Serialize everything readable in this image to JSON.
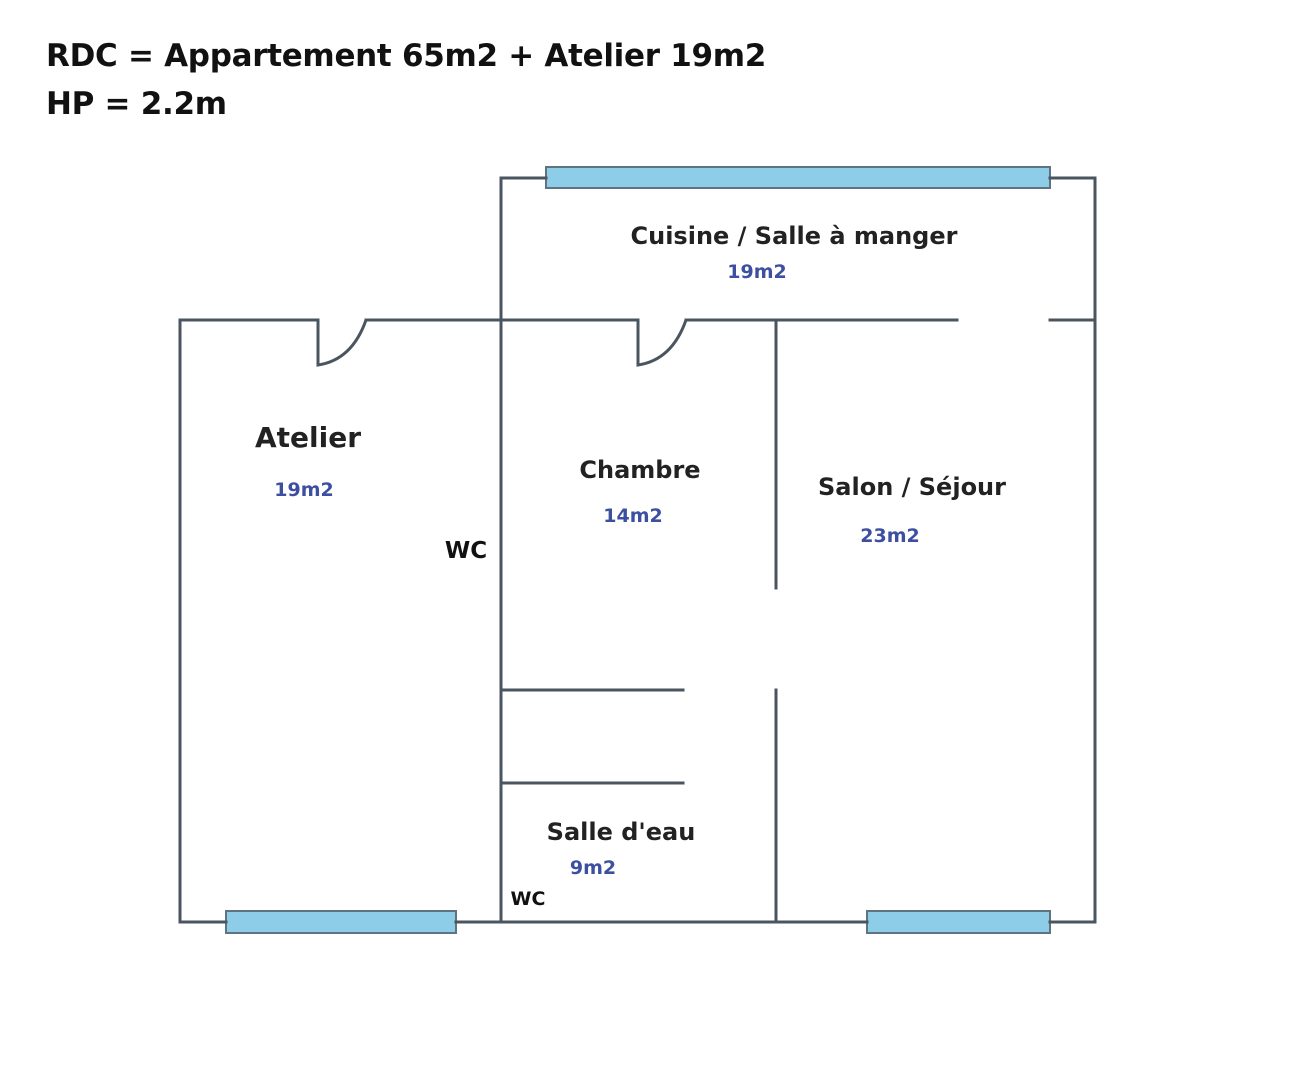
{
  "header": {
    "line1": "RDC = Appartement 65m2 + Atelier 19m2",
    "line2": "HP = 2.2m"
  },
  "rooms": {
    "cuisine": {
      "name": "Cuisine / Salle à manger",
      "area": "19m2"
    },
    "atelier": {
      "name": "Atelier",
      "area": "19m2"
    },
    "chambre": {
      "name": "Chambre",
      "area": "14m2"
    },
    "salon": {
      "name": "Salon / Séjour",
      "area": "23m2"
    },
    "salle_eau": {
      "name": "Salle d'eau",
      "area": "9m2"
    }
  },
  "labels": {
    "wc_upper": "WC",
    "wc_lower": "WC"
  },
  "colors": {
    "window": "#8ecde8",
    "wall": "#4a5560",
    "area_text": "#3d4fa0"
  }
}
